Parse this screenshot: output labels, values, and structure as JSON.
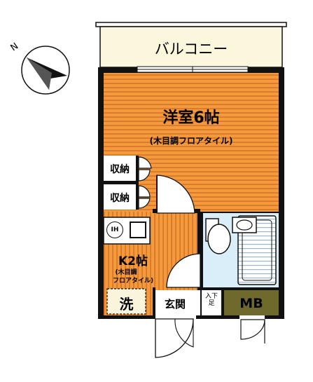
{
  "plan": {
    "balcony": "バルコニー",
    "western_room": {
      "name": "洋室6帖",
      "finish": "(木目調フロアタイル)"
    },
    "storage": [
      "収納",
      "収納"
    ],
    "kitchen": {
      "name": "K2帖",
      "finish_line1": "(木目調",
      "finish_line2": "フロアタイル)",
      "ih": "IH"
    },
    "washer": "洗",
    "entrance": "玄関",
    "shoe_box": "入下足",
    "mb": "MB",
    "compass_letter": "N"
  },
  "colors": {
    "room_floor": "#f29a3c",
    "balcony": "#fbf7dc",
    "bath": "#d9eef9",
    "wall": "#111111",
    "mb_box": "#6f6a2c",
    "washer_bg": "#fbf4dc"
  }
}
